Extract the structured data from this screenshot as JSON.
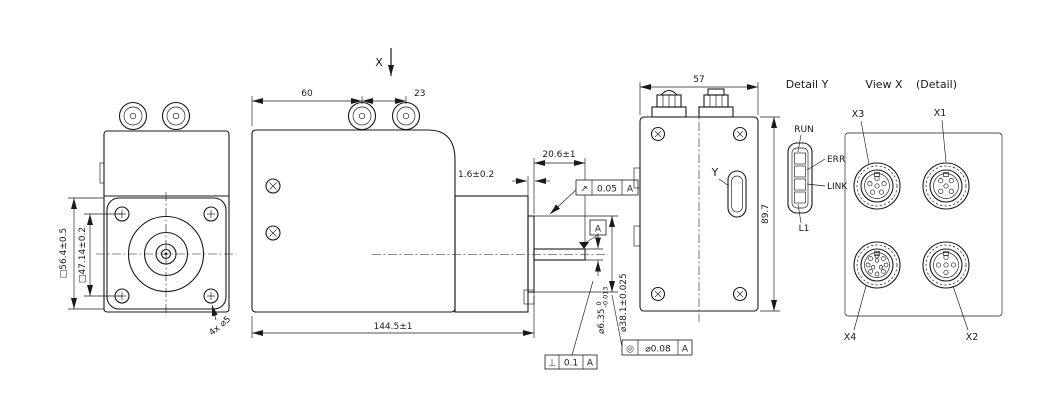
{
  "colors": {
    "ink": "#1a1a1a",
    "background": "#ffffff"
  },
  "drawing": {
    "headers": {
      "detail_y": "Detail Y",
      "view_x": "View X",
      "view_x_sub": "(Detail)"
    },
    "front": {
      "square_outer": "□56.4±0.5",
      "square_bolt": "□47.14±0.2",
      "holes_note": "4x ⌀5"
    },
    "side": {
      "view_label": "X",
      "dim_body": "60",
      "dim_conn": "23",
      "dim_shaft": "20.6±1",
      "dim_boss": "1.6±0.2",
      "dim_total": "144.5±1",
      "shaft_dia": "⌀6.35",
      "shaft_tol_up": "0",
      "shaft_tol_lo": "-0.013",
      "pilot_dia": "⌀38.1±0.025",
      "datum_label": "A",
      "fcf_runout": {
        "sym": "↗",
        "val": "0.05",
        "datum": "A"
      },
      "fcf_perp": {
        "sym": "⊥",
        "val": "0.1",
        "datum": "A"
      },
      "fcf_conc": {
        "sym": "◎",
        "val": "⌀0.08",
        "datum": "A"
      }
    },
    "rear": {
      "dim_width": "57",
      "dim_height": "89.7",
      "detail_label": "Y"
    },
    "detail_y": {
      "leds": [
        "RUN",
        "ERR",
        "LINK",
        "L1"
      ]
    },
    "view_x": {
      "connectors": [
        "X3",
        "X1",
        "X4",
        "X2"
      ]
    }
  }
}
